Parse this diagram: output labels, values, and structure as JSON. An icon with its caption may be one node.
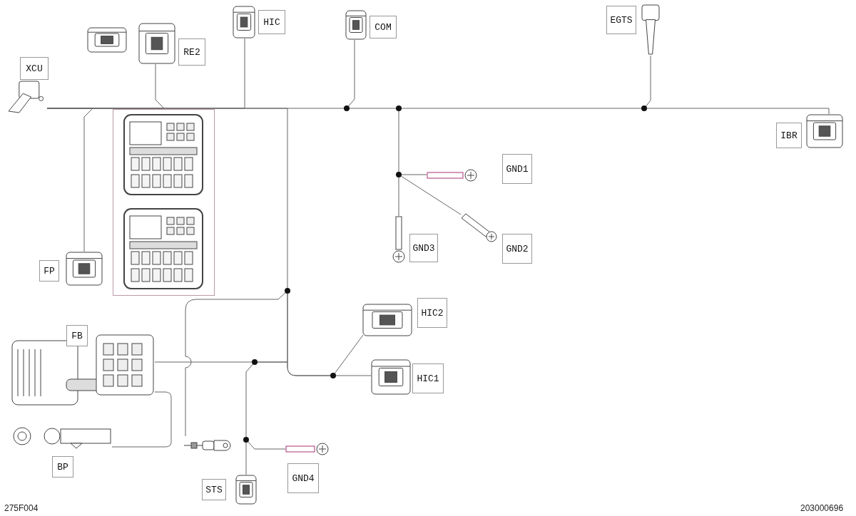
{
  "diagram": {
    "nodes": [
      {
        "text": [
          "XCU"
        ]
      },
      {
        "text": [],
        "shape": "picture"
      },
      {
        "text": [
          "RE2"
        ]
      },
      {
        "text": [
          "HIC"
        ]
      },
      {
        "text": [
          "COM"
        ]
      },
      {
        "text": [
          "EGTS"
        ]
      },
      {
        "text": [
          "IBR"
        ]
      },
      {
        "text": [],
        "shape": "circle"
      },
      {
        "text": [],
        "shape": "circle"
      },
      {
        "text": [],
        "shape": "circle"
      },
      {
        "text": [],
        "shape": "picture"
      },
      {
        "text": [
          "GND1"
        ]
      },
      {
        "text": [],
        "shape": "circle"
      },
      {
        "text": [
          "GND2"
        ]
      },
      {
        "text": [
          "GND3"
        ]
      },
      {
        "text": [
          "FP"
        ]
      },
      {
        "text": [],
        "shape": "circle"
      },
      {
        "text": [
          "HIC2"
        ]
      },
      {
        "text": [
          "FB"
        ]
      },
      {
        "text": [],
        "shape": "circle"
      },
      {
        "text": [
          "HIC1"
        ]
      },
      {
        "text": [],
        "shape": "circle"
      },
      {
        "text": [],
        "shape": "picture"
      },
      {
        "text": [],
        "shape": "circle"
      },
      {
        "text": [
          "GND4"
        ]
      },
      {
        "text": [
          "BP"
        ]
      },
      {
        "text": [
          "STS"
        ]
      }
    ],
    "edges": [
      {
        "from": 0,
        "to": 15,
        "arrow": "none"
      },
      {
        "from": 0,
        "to": 2,
        "arrow": "none"
      },
      {
        "from": 0,
        "to": 3,
        "arrow": "none"
      },
      {
        "from": 0,
        "to": 16,
        "arrow": "none"
      },
      {
        "from": 0,
        "to": 7,
        "arrow": "none"
      },
      {
        "from": 7,
        "to": 4,
        "arrow": "none"
      },
      {
        "from": 7,
        "to": 8,
        "arrow": "none"
      },
      {
        "from": 8,
        "to": 12,
        "arrow": "none"
      },
      {
        "from": 12,
        "to": 11,
        "arrow": "none"
      },
      {
        "from": 12,
        "to": 13,
        "arrow": "none"
      },
      {
        "from": 12,
        "to": 14,
        "arrow": "none"
      },
      {
        "from": 8,
        "to": 9,
        "arrow": "none"
      },
      {
        "from": 9,
        "to": 5,
        "arrow": "none"
      },
      {
        "from": 9,
        "to": 6,
        "arrow": "none"
      },
      {
        "from": 16,
        "to": 22,
        "arrow": "none"
      },
      {
        "from": 16,
        "to": 21,
        "arrow": "none"
      },
      {
        "from": 21,
        "to": 17,
        "arrow": "none"
      },
      {
        "from": 21,
        "to": 20,
        "arrow": "none"
      },
      {
        "from": 18,
        "to": 19,
        "arrow": "none"
      },
      {
        "from": 19,
        "to": 16,
        "arrow": "none"
      },
      {
        "from": 19,
        "to": 21,
        "arrow": "none"
      },
      {
        "from": 19,
        "to": 23,
        "arrow": "none"
      },
      {
        "from": 23,
        "to": 26,
        "arrow": "none"
      },
      {
        "from": 23,
        "to": 24,
        "arrow": "none"
      },
      {
        "from": 18,
        "to": 25,
        "arrow": "none"
      }
    ],
    "labels": [
      "275F004",
      "203000696"
    ]
  }
}
